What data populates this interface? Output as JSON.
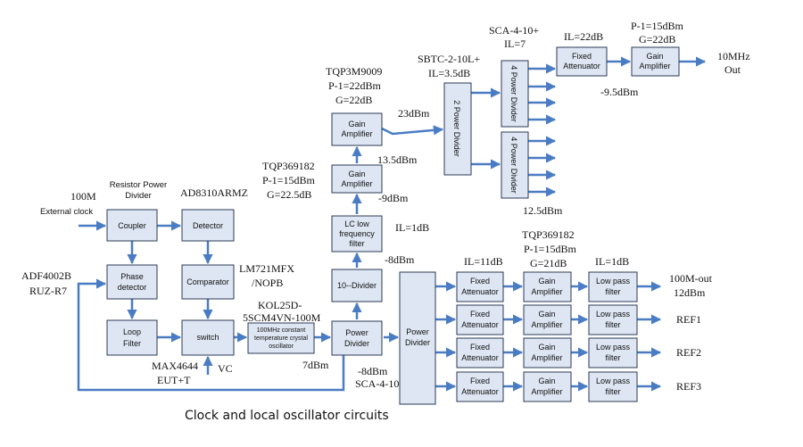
{
  "caption": "Clock and local oscillator circuits",
  "blocks": {
    "coupler": "Coupler",
    "detector": "Detector",
    "phase_detector": [
      "Phase",
      "detector"
    ],
    "comparator": "Comparator",
    "loop_filter": [
      "Loop",
      "Filter"
    ],
    "switch": "switch",
    "ocxo": [
      "100MHz constant",
      "temperature crystal",
      "oscillator"
    ],
    "power_divider_main": [
      "Power",
      "Divider"
    ],
    "divider_10": "10--Divider",
    "lc_filter": [
      "LC low",
      "frequency",
      "filter"
    ],
    "gain_amp_lower": [
      "Gain",
      "Amplifier"
    ],
    "gain_amp_upper": [
      "Gain",
      "Amplifier"
    ],
    "two_power_divider": "2 Power Divider",
    "four_pd_top": "4 Power Divider",
    "four_pd_bottom": "4 Power Divider",
    "fixed_att_top": [
      "Fixed",
      "Attenuator"
    ],
    "gain_amp_top": [
      "Gain",
      "Amplifier"
    ],
    "power_divider_right": [
      "Power",
      "Divider"
    ],
    "fixed_att": [
      "Fixed",
      "Attenuator"
    ],
    "gain_amp": [
      "Gain",
      "Amplifier"
    ],
    "lpf": [
      "Low pass",
      "filter"
    ]
  },
  "labels": {
    "ext_clock_freq": "100M",
    "ext_clock": "External clock",
    "resistor_pd": [
      "Resistor Power",
      "Divider"
    ],
    "ad8310": "AD8310ARMZ",
    "adf4002": [
      "ADF4002B",
      "RUZ-R7"
    ],
    "lm721": [
      "LM721MFX",
      "/NOPB"
    ],
    "kol25d": [
      "KOL25D-",
      "5SCM4VN-100M"
    ],
    "max4644": [
      "MAX4644",
      "EUT+T"
    ],
    "vc": "VC",
    "p7dbm": "7dBm",
    "m8dbm_low": "-8dBm",
    "sca410_low": "SCA-4-10",
    "m8dbm_div": "-8dBm",
    "il1db": "IL=1dB",
    "m9dbm": "-9dBm",
    "p13_5dbm": "13.5dBm",
    "tqp369182_a": [
      "TQP369182",
      "P-1=15dBm",
      "G=22.5dB"
    ],
    "tqp3m9009": [
      "TQP3M9009",
      "P-1=22dBm",
      "G=22dB"
    ],
    "p23dbm": "23dBm",
    "sbtc": [
      "SBTC-2-10L+",
      "IL=3.5dB"
    ],
    "sca410_top": [
      "SCA-4-10+",
      "IL=7"
    ],
    "il22db": "IL=22dB",
    "p1_15_g22": [
      "P-1=15dBm",
      "G=22dB"
    ],
    "m9_5dbm": "-9.5dBm",
    "out10m": [
      "10MHz",
      "Out"
    ],
    "p12_5dbm": "12.5dBm",
    "il11db": "IL=11dB",
    "tqp369182_b": [
      "TQP369182",
      "P-1=15dBm",
      "G=21dB"
    ],
    "il1db_lpf": "IL=1dB",
    "out100m": [
      "100M-out",
      "12dBm"
    ],
    "ref1": "REF1",
    "ref2": "REF2",
    "ref3": "REF3"
  }
}
